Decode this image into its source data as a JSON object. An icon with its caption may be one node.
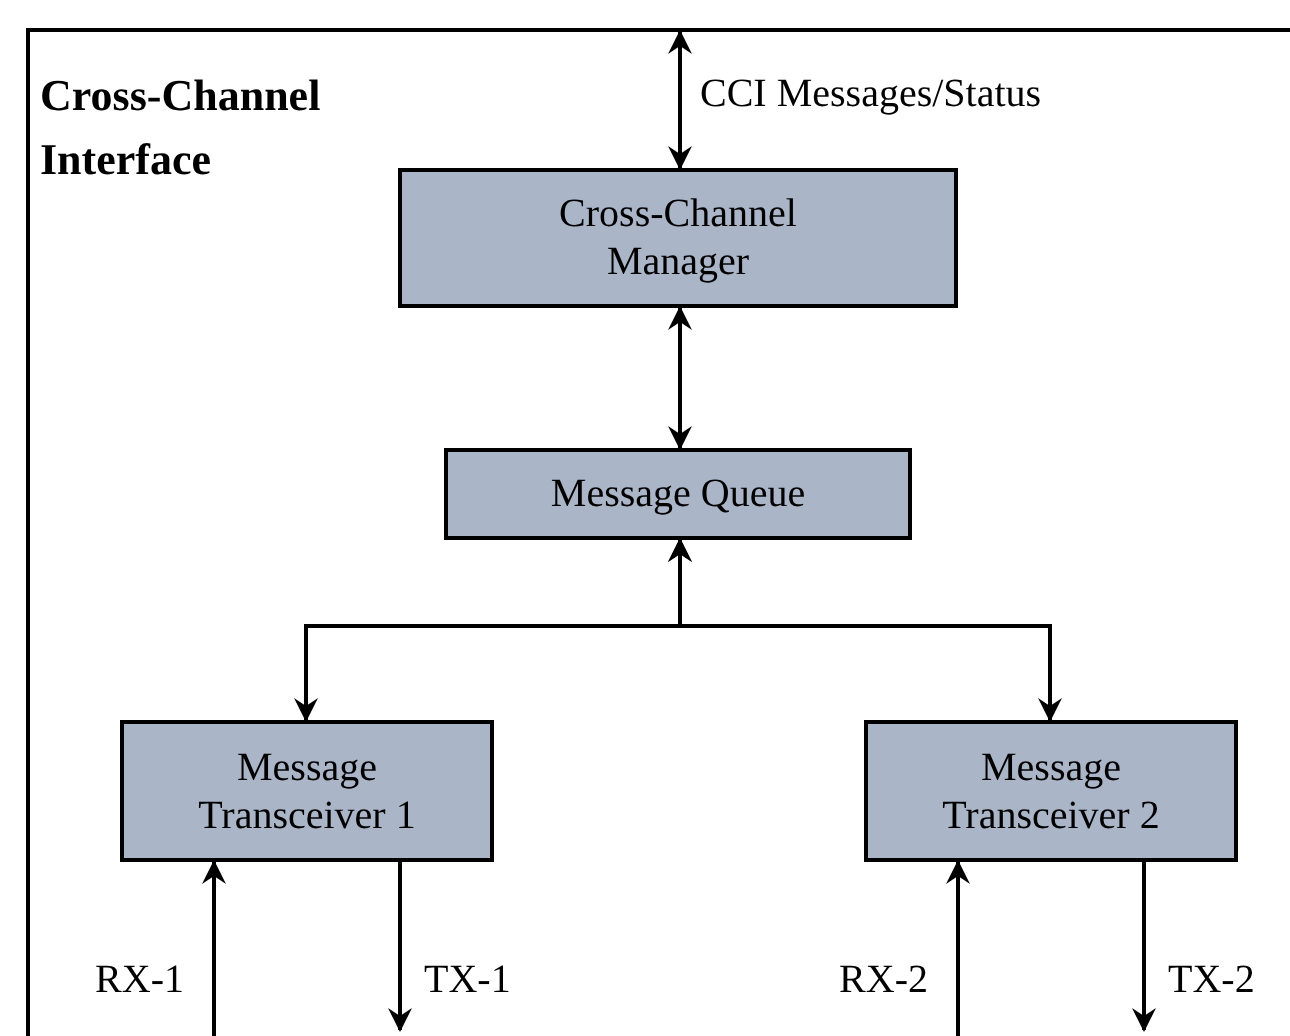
{
  "diagram": {
    "nodes": [
      {
        "text": [
          "Cross-Channel Interface"
        ]
      },
      {
        "text": [
          "Cross-Channel Manager"
        ],
        "in": 0
      },
      {
        "text": [
          "Message Queue"
        ],
        "in": 0
      },
      {
        "text": [
          "Message Transceiver 1"
        ],
        "in": 0
      },
      {
        "text": [
          "Message Transceiver 2"
        ],
        "in": 0
      }
    ],
    "edges": [
      {
        "from": null,
        "to": 1,
        "arrow": "both",
        "label": "CCI Messages/Status"
      },
      {
        "from": 1,
        "to": 2,
        "arrow": "both"
      },
      {
        "from": 2,
        "to": 3,
        "arrow": "both"
      },
      {
        "from": 2,
        "to": 4,
        "arrow": "both"
      },
      {
        "from": null,
        "to": 3,
        "arrow": "to",
        "label": "RX-1"
      },
      {
        "from": 3,
        "to": null,
        "arrow": "to",
        "label": "TX-1"
      },
      {
        "from": null,
        "to": 4,
        "arrow": "to",
        "label": "RX-2"
      },
      {
        "from": 4,
        "to": null,
        "arrow": "to",
        "label": "TX-2"
      }
    ]
  }
}
